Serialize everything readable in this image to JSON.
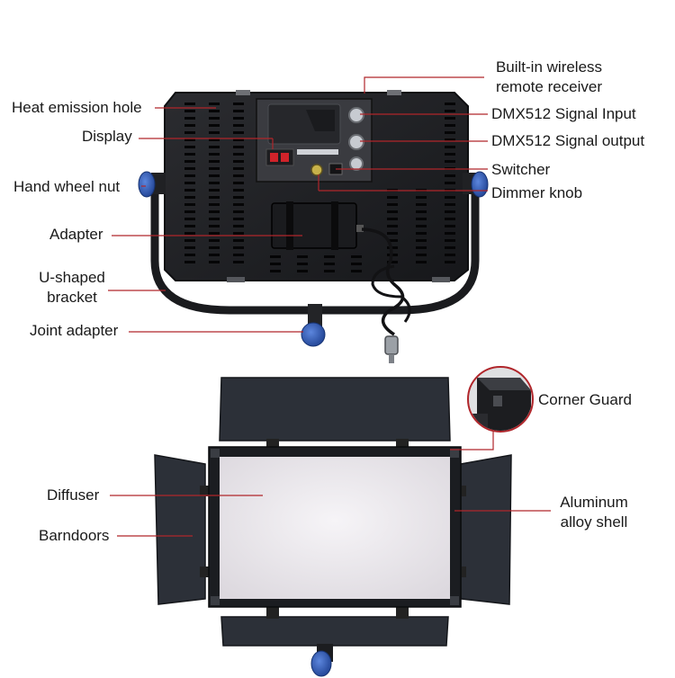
{
  "labels": {
    "wireless_line1": "Built-in wireless",
    "wireless_line2": "remote receiver",
    "heat": "Heat emission hole",
    "dmx_in": "DMX512 Signal Input",
    "display": "Display",
    "dmx_out": "DMX512 Signal output",
    "switcher": "Switcher",
    "hand_wheel": "Hand wheel nut",
    "dimmer": "Dimmer knob",
    "adapter": "Adapter",
    "ushape_line1": "U-shaped",
    "ushape_line2": "bracket",
    "joint": "Joint adapter",
    "corner": "Corner Guard",
    "diffuser": "Diffuser",
    "aluminum_line1": "Aluminum",
    "aluminum_line2": "alloy shell",
    "barndoors": "Barndoors"
  },
  "colors": {
    "leader": "#b0262b",
    "panel_body": "#1e1f22",
    "panel_edge": "#0d0e10",
    "vent": "#050506",
    "diffuser": "#ece9ee",
    "knob_blue": "#2a57b6",
    "metal": "#a9adb3"
  }
}
